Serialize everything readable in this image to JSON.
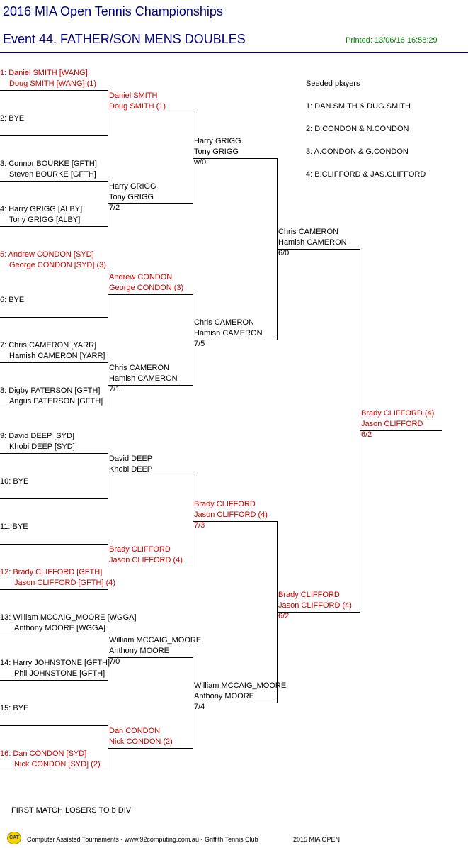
{
  "header": {
    "title": "2016 MIA Open Tennis Championships",
    "event": "Event 44. FATHER/SON MENS DOUBLES",
    "printed": "Printed: 13/06/16 16:58:29"
  },
  "colors": {
    "seeded": "#cc0000",
    "title": "#000080",
    "printed": "#008000"
  },
  "seeded": {
    "title": "Seeded players",
    "items": [
      "1: DAN.SMITH & DUG.SMITH",
      "2: D.CONDON & N.CONDON",
      "3: A.CONDON & G.CONDON",
      "4: B.CLIFFORD & JAS.CLIFFORD"
    ]
  },
  "round1": [
    {
      "l1": "1: Daniel SMITH [WANG]",
      "l2": "Doug SMITH [WANG] (1)",
      "seeded": true
    },
    {
      "l1": "2: BYE",
      "l2": ""
    },
    {
      "l1": "3: Connor BOURKE [GFTH]",
      "l2": "Steven BOURKE [GFTH]"
    },
    {
      "l1": "4: Harry GRIGG [ALBY]",
      "l2": "Tony GRIGG [ALBY]"
    },
    {
      "l1": "5: Andrew CONDON [SYD]",
      "l2": "George CONDON [SYD] (3)",
      "seeded": true
    },
    {
      "l1": "6: BYE",
      "l2": ""
    },
    {
      "l1": "7: Chris CAMERON [YARR]",
      "l2": "Hamish CAMERON [YARR]"
    },
    {
      "l1": "8: Digby PATERSON [GFTH]",
      "l2": "Angus PATERSON [GFTH]"
    },
    {
      "l1": "9: David DEEP [SYD]",
      "l2": "Khobi DEEP [SYD]"
    },
    {
      "l1": "10: BYE",
      "l2": ""
    },
    {
      "l1": "11: BYE",
      "l2": ""
    },
    {
      "l1": "12: Brady CLIFFORD [GFTH]",
      "l2": "Jason CLIFFORD [GFTH] (4)",
      "seeded": true
    },
    {
      "l1": "13: William MCCAIG_MOORE [WGGA]",
      "l2": "Anthony MOORE [WGGA]"
    },
    {
      "l1": "14: Harry JOHNSTONE [GFTH]",
      "l2": "Phil JOHNSTONE [GFTH]"
    },
    {
      "l1": "15: BYE",
      "l2": ""
    },
    {
      "l1": "16: Dan CONDON [SYD]",
      "l2": "Nick CONDON [SYD] (2)",
      "seeded": true
    }
  ],
  "round2": [
    {
      "l1": "Daniel SMITH",
      "l2": "Doug SMITH (1)",
      "score": "",
      "seeded": true
    },
    {
      "l1": "Harry GRIGG",
      "l2": "Tony GRIGG",
      "score": "7/2"
    },
    {
      "l1": "Andrew CONDON",
      "l2": "George CONDON (3)",
      "score": "",
      "seeded": true
    },
    {
      "l1": "Chris CAMERON",
      "l2": "Hamish CAMERON",
      "score": "7/1"
    },
    {
      "l1": "David DEEP",
      "l2": "Khobi DEEP",
      "score": ""
    },
    {
      "l1": "Brady CLIFFORD",
      "l2": "Jason CLIFFORD (4)",
      "score": "",
      "seeded": true
    },
    {
      "l1": "William MCCAIG_MOORE",
      "l2": "Anthony MOORE",
      "score": "7/0"
    },
    {
      "l1": "Dan CONDON",
      "l2": "Nick CONDON (2)",
      "score": "",
      "seeded": true
    }
  ],
  "round3": [
    {
      "l1": "Harry GRIGG",
      "l2": "Tony GRIGG",
      "score": "w/0"
    },
    {
      "l1": "Chris CAMERON",
      "l2": "Hamish CAMERON",
      "score": "7/5"
    },
    {
      "l1": "Brady CLIFFORD",
      "l2": "Jason CLIFFORD (4)",
      "score": "7/3",
      "seeded": true
    },
    {
      "l1": "William MCCAIG_MOORE",
      "l2": "Anthony MOORE",
      "score": "7/4"
    }
  ],
  "round4": [
    {
      "l1": "Chris CAMERON",
      "l2": "Hamish CAMERON",
      "score": "6/0"
    },
    {
      "l1": "Brady CLIFFORD",
      "l2": "Jason CLIFFORD (4)",
      "score": "6/2",
      "seeded": true
    }
  ],
  "winner": {
    "l1": "Brady CLIFFORD (4)",
    "l2": "Jason CLIFFORD",
    "score": "6/2",
    "seeded": true
  },
  "footnote": "FIRST MATCH LOSERS TO b DIV",
  "footer": {
    "logo": "CAT",
    "credit": "Computer Assisted Tournaments - www.92computing.com.au -  Griffith Tennis Club",
    "event": "2015 MIA OPEN"
  }
}
